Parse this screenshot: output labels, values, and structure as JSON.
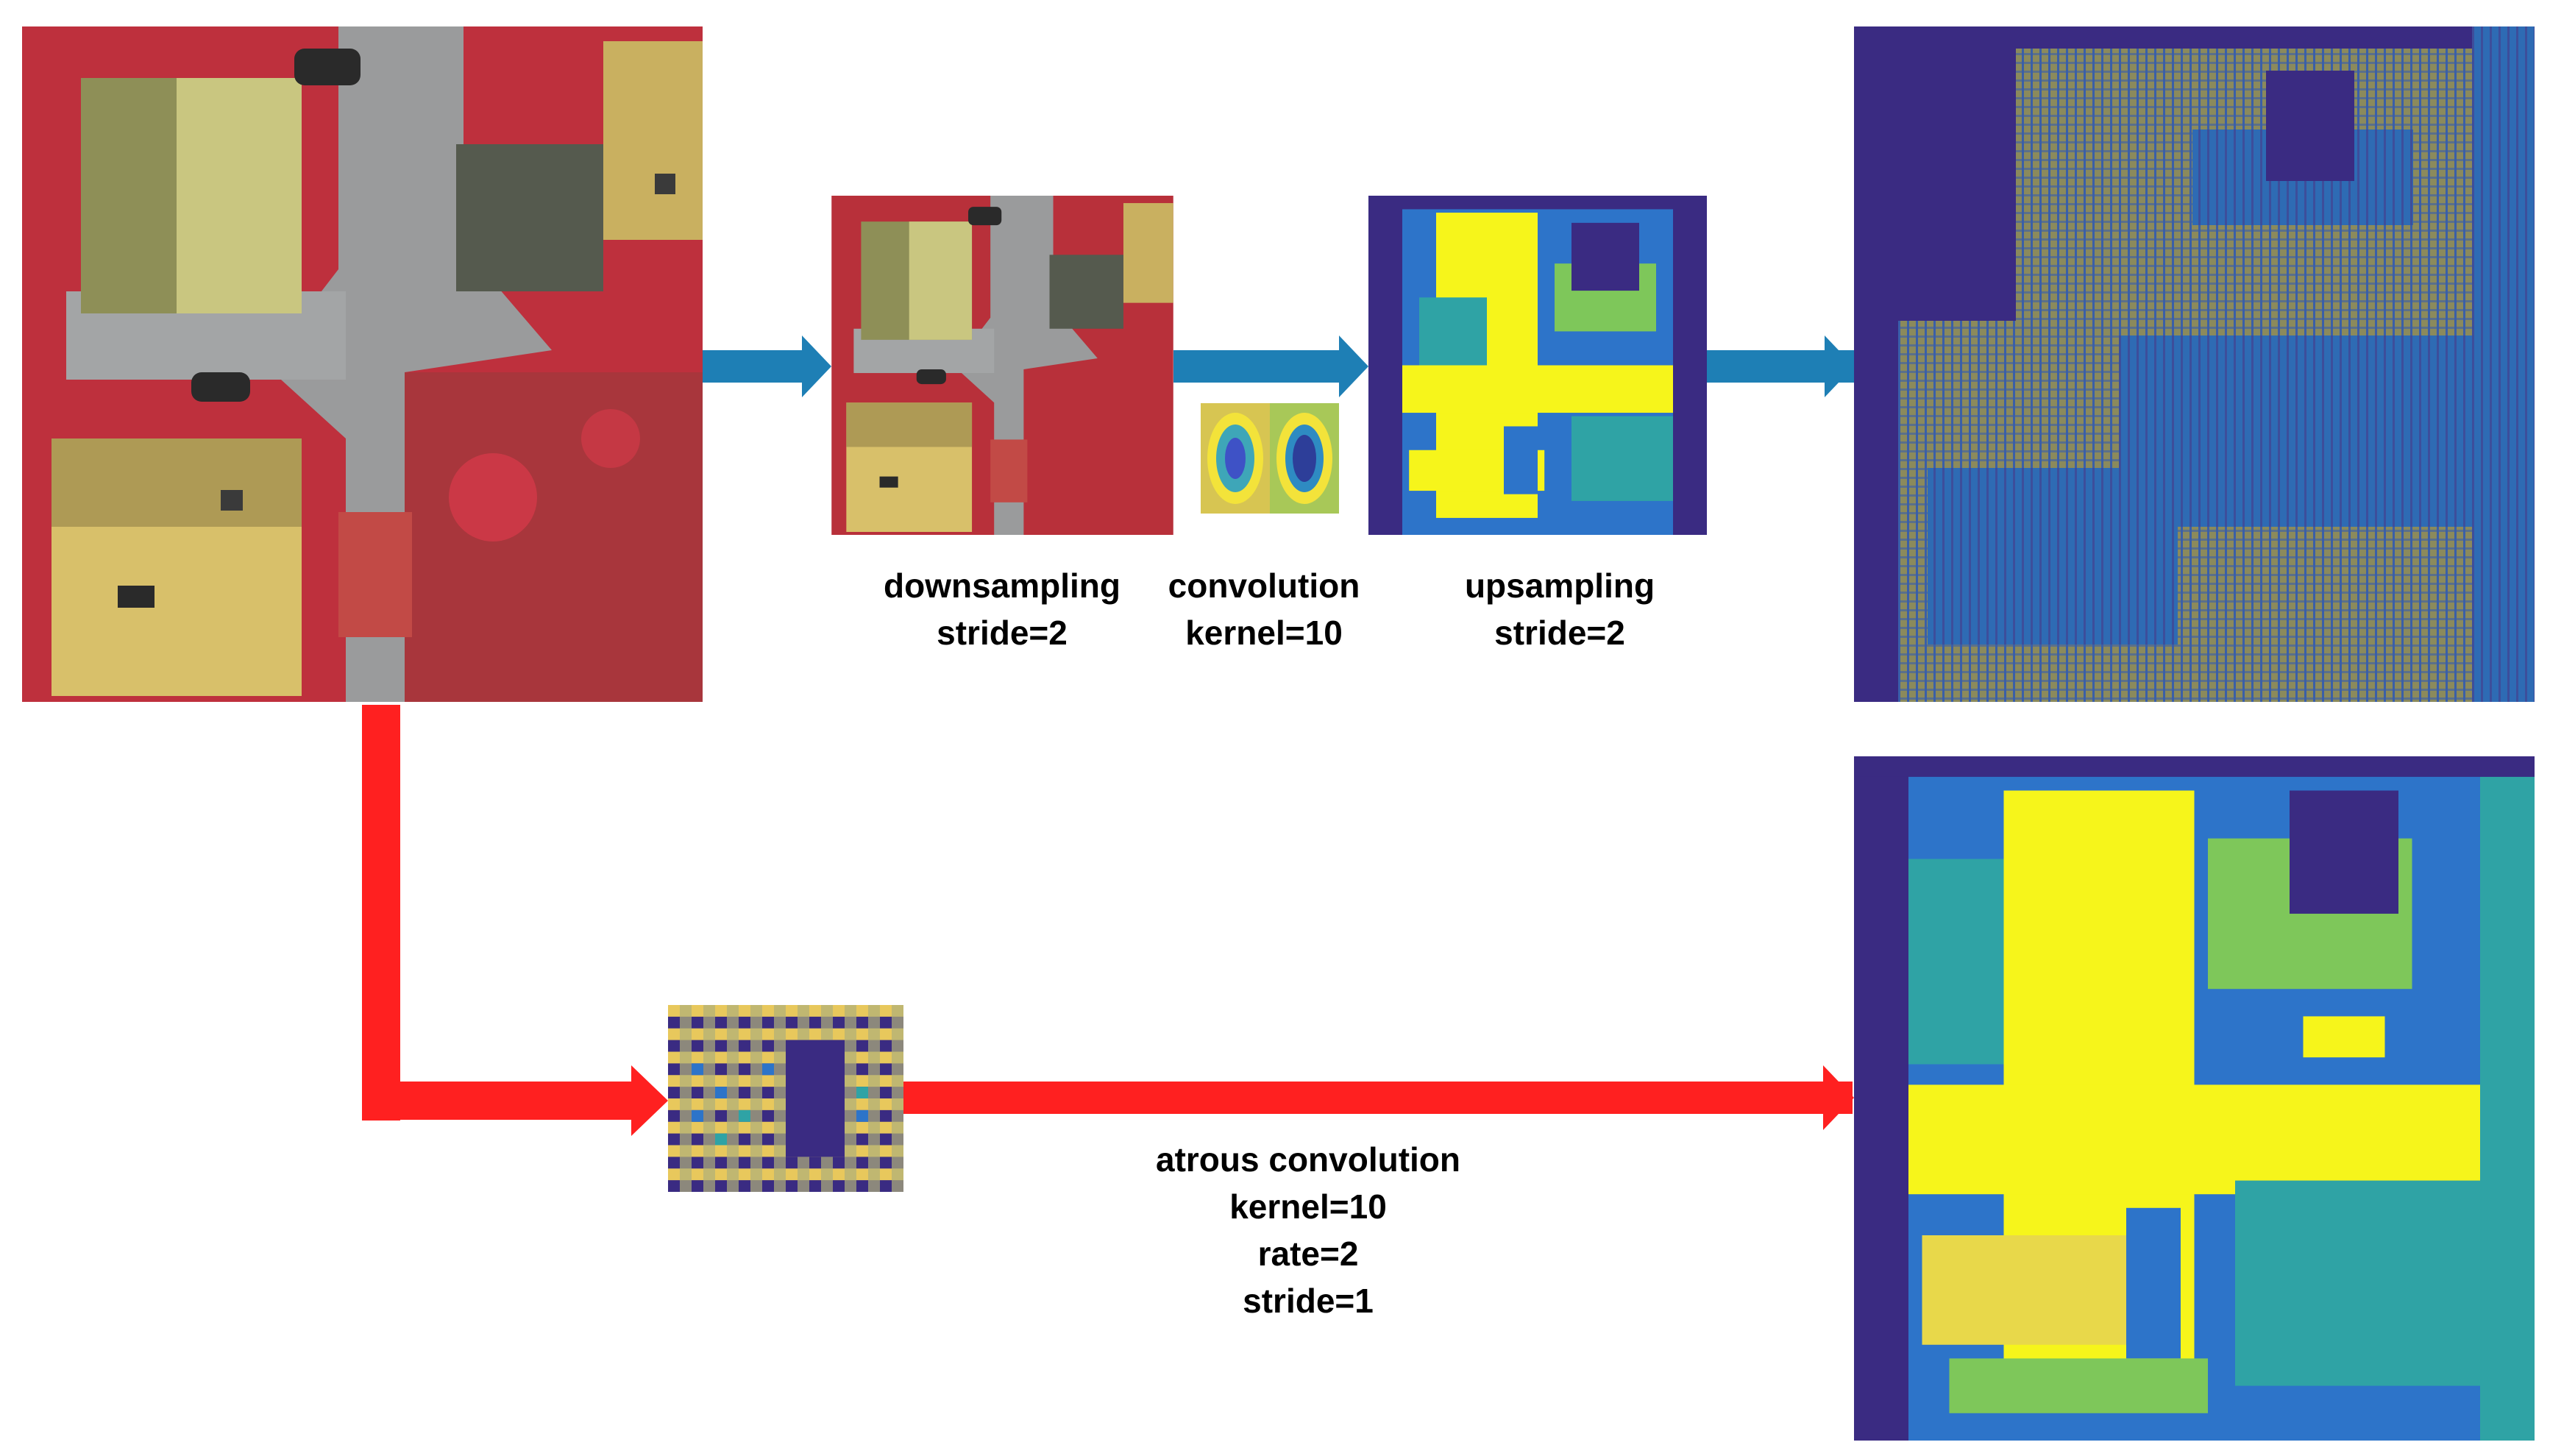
{
  "colors": {
    "blue_arrow": "#1E7FB5",
    "red_arrow": "#FF2020",
    "map_dark": "#3A2B82",
    "map_blue": "#2D74C9",
    "map_teal": "#2FA3A5",
    "map_green": "#7EC75A",
    "map_yellow": "#F6F51B",
    "aerial_red": "#B8303A",
    "aerial_roof": "#C9B060",
    "aerial_road": "#9A9B9C"
  },
  "labels": {
    "downsampling": {
      "line1": "downsampling",
      "line2": "stride=2"
    },
    "convolution": {
      "line1": "convolution",
      "line2": "kernel=10"
    },
    "upsampling": {
      "line1": "upsampling",
      "line2": "stride=2"
    },
    "atrous": {
      "line1": "atrous convolution",
      "line2": "kernel=10",
      "line3": "rate=2",
      "line4": "stride=1"
    }
  }
}
